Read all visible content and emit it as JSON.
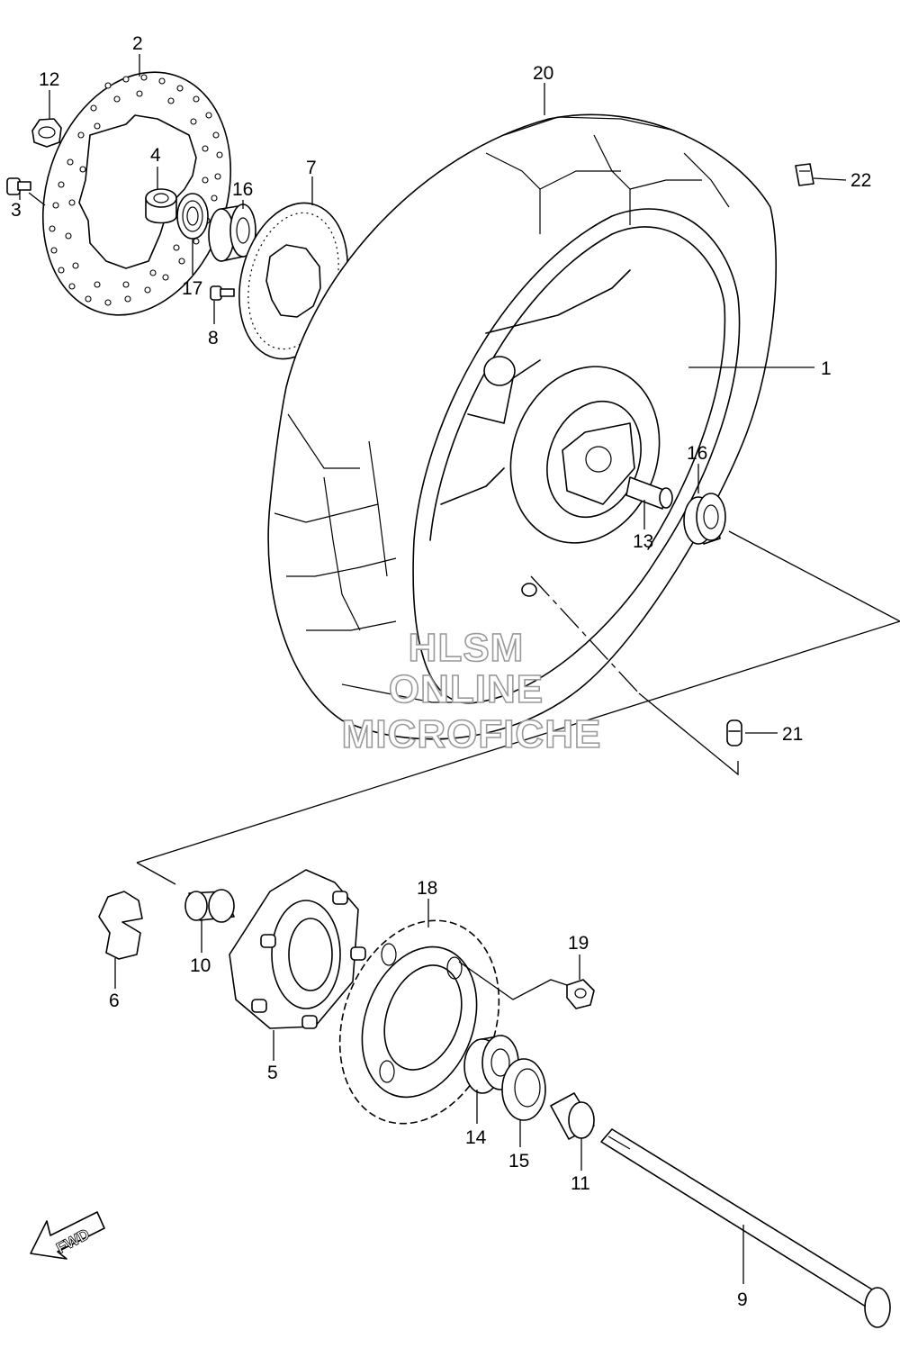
{
  "watermark": {
    "line1": "HLSM",
    "line2": "ONLINE",
    "line3": "MICROFICHE"
  },
  "fwd_label": "FWD",
  "callouts": [
    {
      "id": "c1",
      "label": "1"
    },
    {
      "id": "c2",
      "label": "2"
    },
    {
      "id": "c3",
      "label": "3"
    },
    {
      "id": "c4",
      "label": "4"
    },
    {
      "id": "c5",
      "label": "5"
    },
    {
      "id": "c6",
      "label": "6"
    },
    {
      "id": "c7",
      "label": "7"
    },
    {
      "id": "c8",
      "label": "8"
    },
    {
      "id": "c9",
      "label": "9"
    },
    {
      "id": "c10",
      "label": "10"
    },
    {
      "id": "c11",
      "label": "11"
    },
    {
      "id": "c12",
      "label": "12"
    },
    {
      "id": "c13",
      "label": "13"
    },
    {
      "id": "c14",
      "label": "14"
    },
    {
      "id": "c15",
      "label": "15"
    },
    {
      "id": "c16a",
      "label": "16"
    },
    {
      "id": "c16b",
      "label": "16"
    },
    {
      "id": "c17",
      "label": "17"
    },
    {
      "id": "c18",
      "label": "18"
    },
    {
      "id": "c19",
      "label": "19"
    },
    {
      "id": "c20",
      "label": "20"
    },
    {
      "id": "c21",
      "label": "21"
    },
    {
      "id": "c22",
      "label": "22"
    }
  ]
}
